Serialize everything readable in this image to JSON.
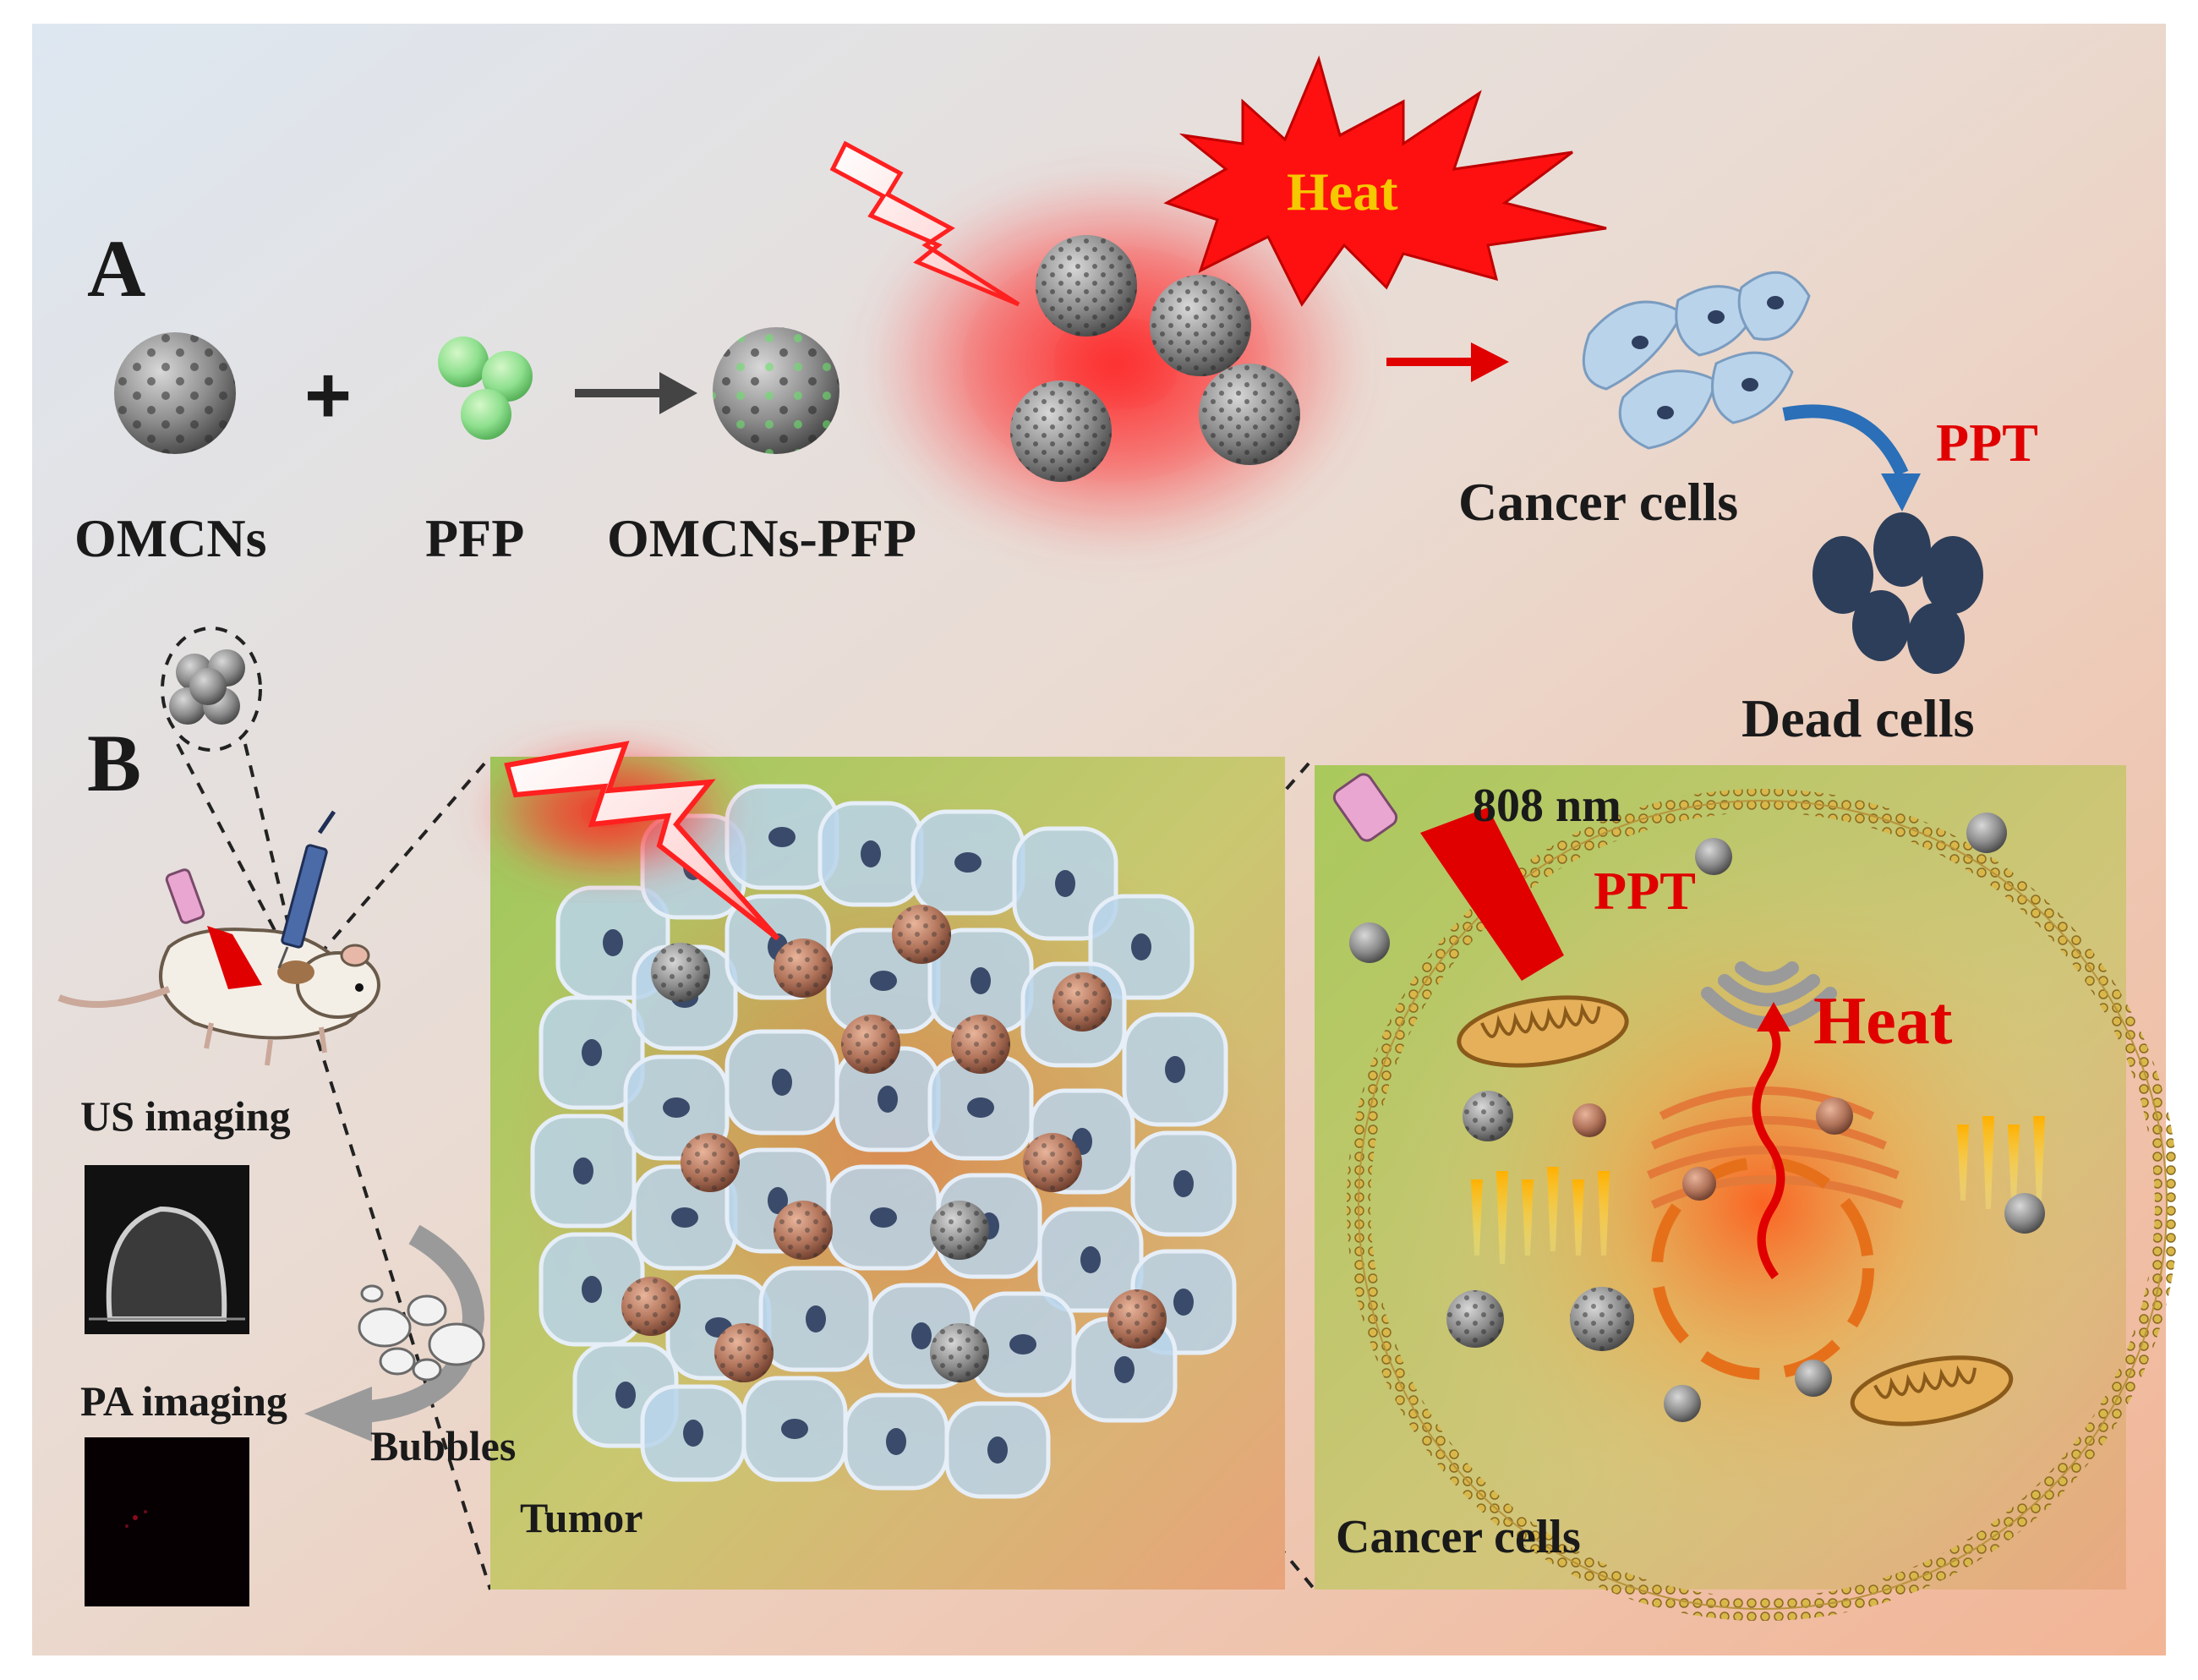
{
  "panel_a": {
    "label": "A",
    "omcns": "OMCNs",
    "plus": "+",
    "pfp": "PFP",
    "omcns_pfp": "OMCNs-PFP",
    "heat": "Heat",
    "cancer_cells": "Cancer cells",
    "ppt": "PPT",
    "dead_cells": "Dead cells"
  },
  "panel_b": {
    "label": "B",
    "us_imaging": "US imaging",
    "pa_imaging": "PA imaging",
    "bubbles": "Bubbles",
    "tumor": "Tumor",
    "wavelength": "808 nm",
    "ppt": "PPT",
    "heat": "Heat",
    "cancer_cells": "Cancer cells"
  },
  "colors": {
    "laser_red": "#e00000",
    "heat_yellow": "#f5c800",
    "cell_blue": "#b9d3ea",
    "nucleus": "#3a4a6a",
    "dead_cell": "#2c3e5a",
    "pfp_green": "#8fe08f",
    "tumor_bg": "#c9cf6e",
    "membrane": "#c9a53a"
  }
}
